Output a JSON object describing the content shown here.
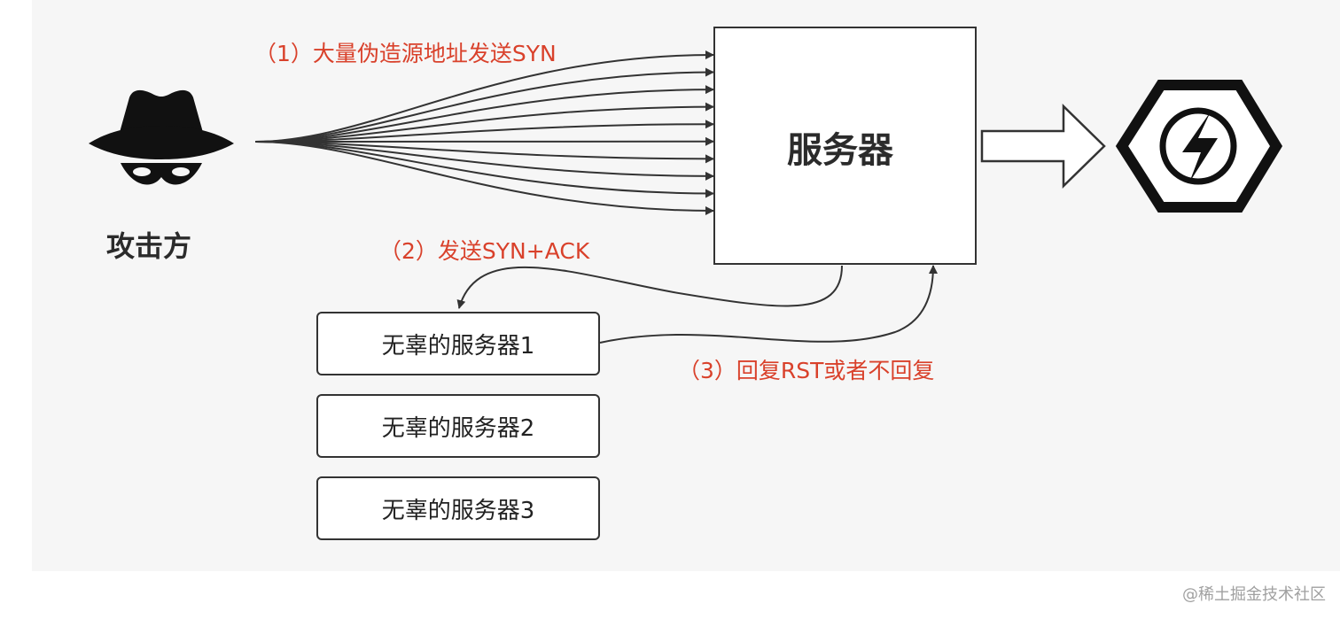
{
  "labels": {
    "attacker": "攻击方",
    "server": "服务器",
    "step1": "（1）大量伪造源地址发送SYN",
    "step2": "（2）发送SYN+ACK",
    "step3": "（3）回复RST或者不回复"
  },
  "innocent_servers": [
    "无辜的服务器1",
    "无辜的服务器2",
    "无辜的服务器3"
  ],
  "icons": {
    "attacker": "spy-hat-mask-icon",
    "result": "lightning-hexagon-icon",
    "flow": "hollow-right-arrow-icon"
  },
  "watermark": "@稀土掘金技术社区",
  "colors": {
    "annotation": "#d9412b",
    "stroke": "#333333"
  }
}
